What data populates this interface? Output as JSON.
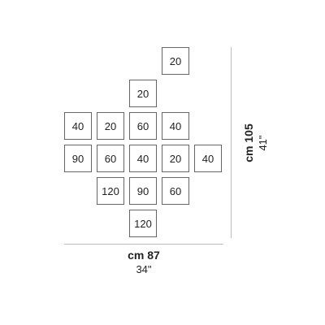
{
  "tiles": {
    "r1c4": "20",
    "r2c3": "20",
    "r3c1": "40",
    "r3c2": "20",
    "r3c3": "60",
    "r3c4": "40",
    "r4c1": "90",
    "r4c2": "60",
    "r4c3": "40",
    "r4c4": "20",
    "r4c5": "40",
    "r5c2": "120",
    "r5c3": "90",
    "r5c4": "60",
    "r6c3": "120"
  },
  "dimensions": {
    "width_metric": "cm 87",
    "width_imperial": "34\"",
    "height_metric": "cm 105",
    "height_imperial": "41\""
  }
}
